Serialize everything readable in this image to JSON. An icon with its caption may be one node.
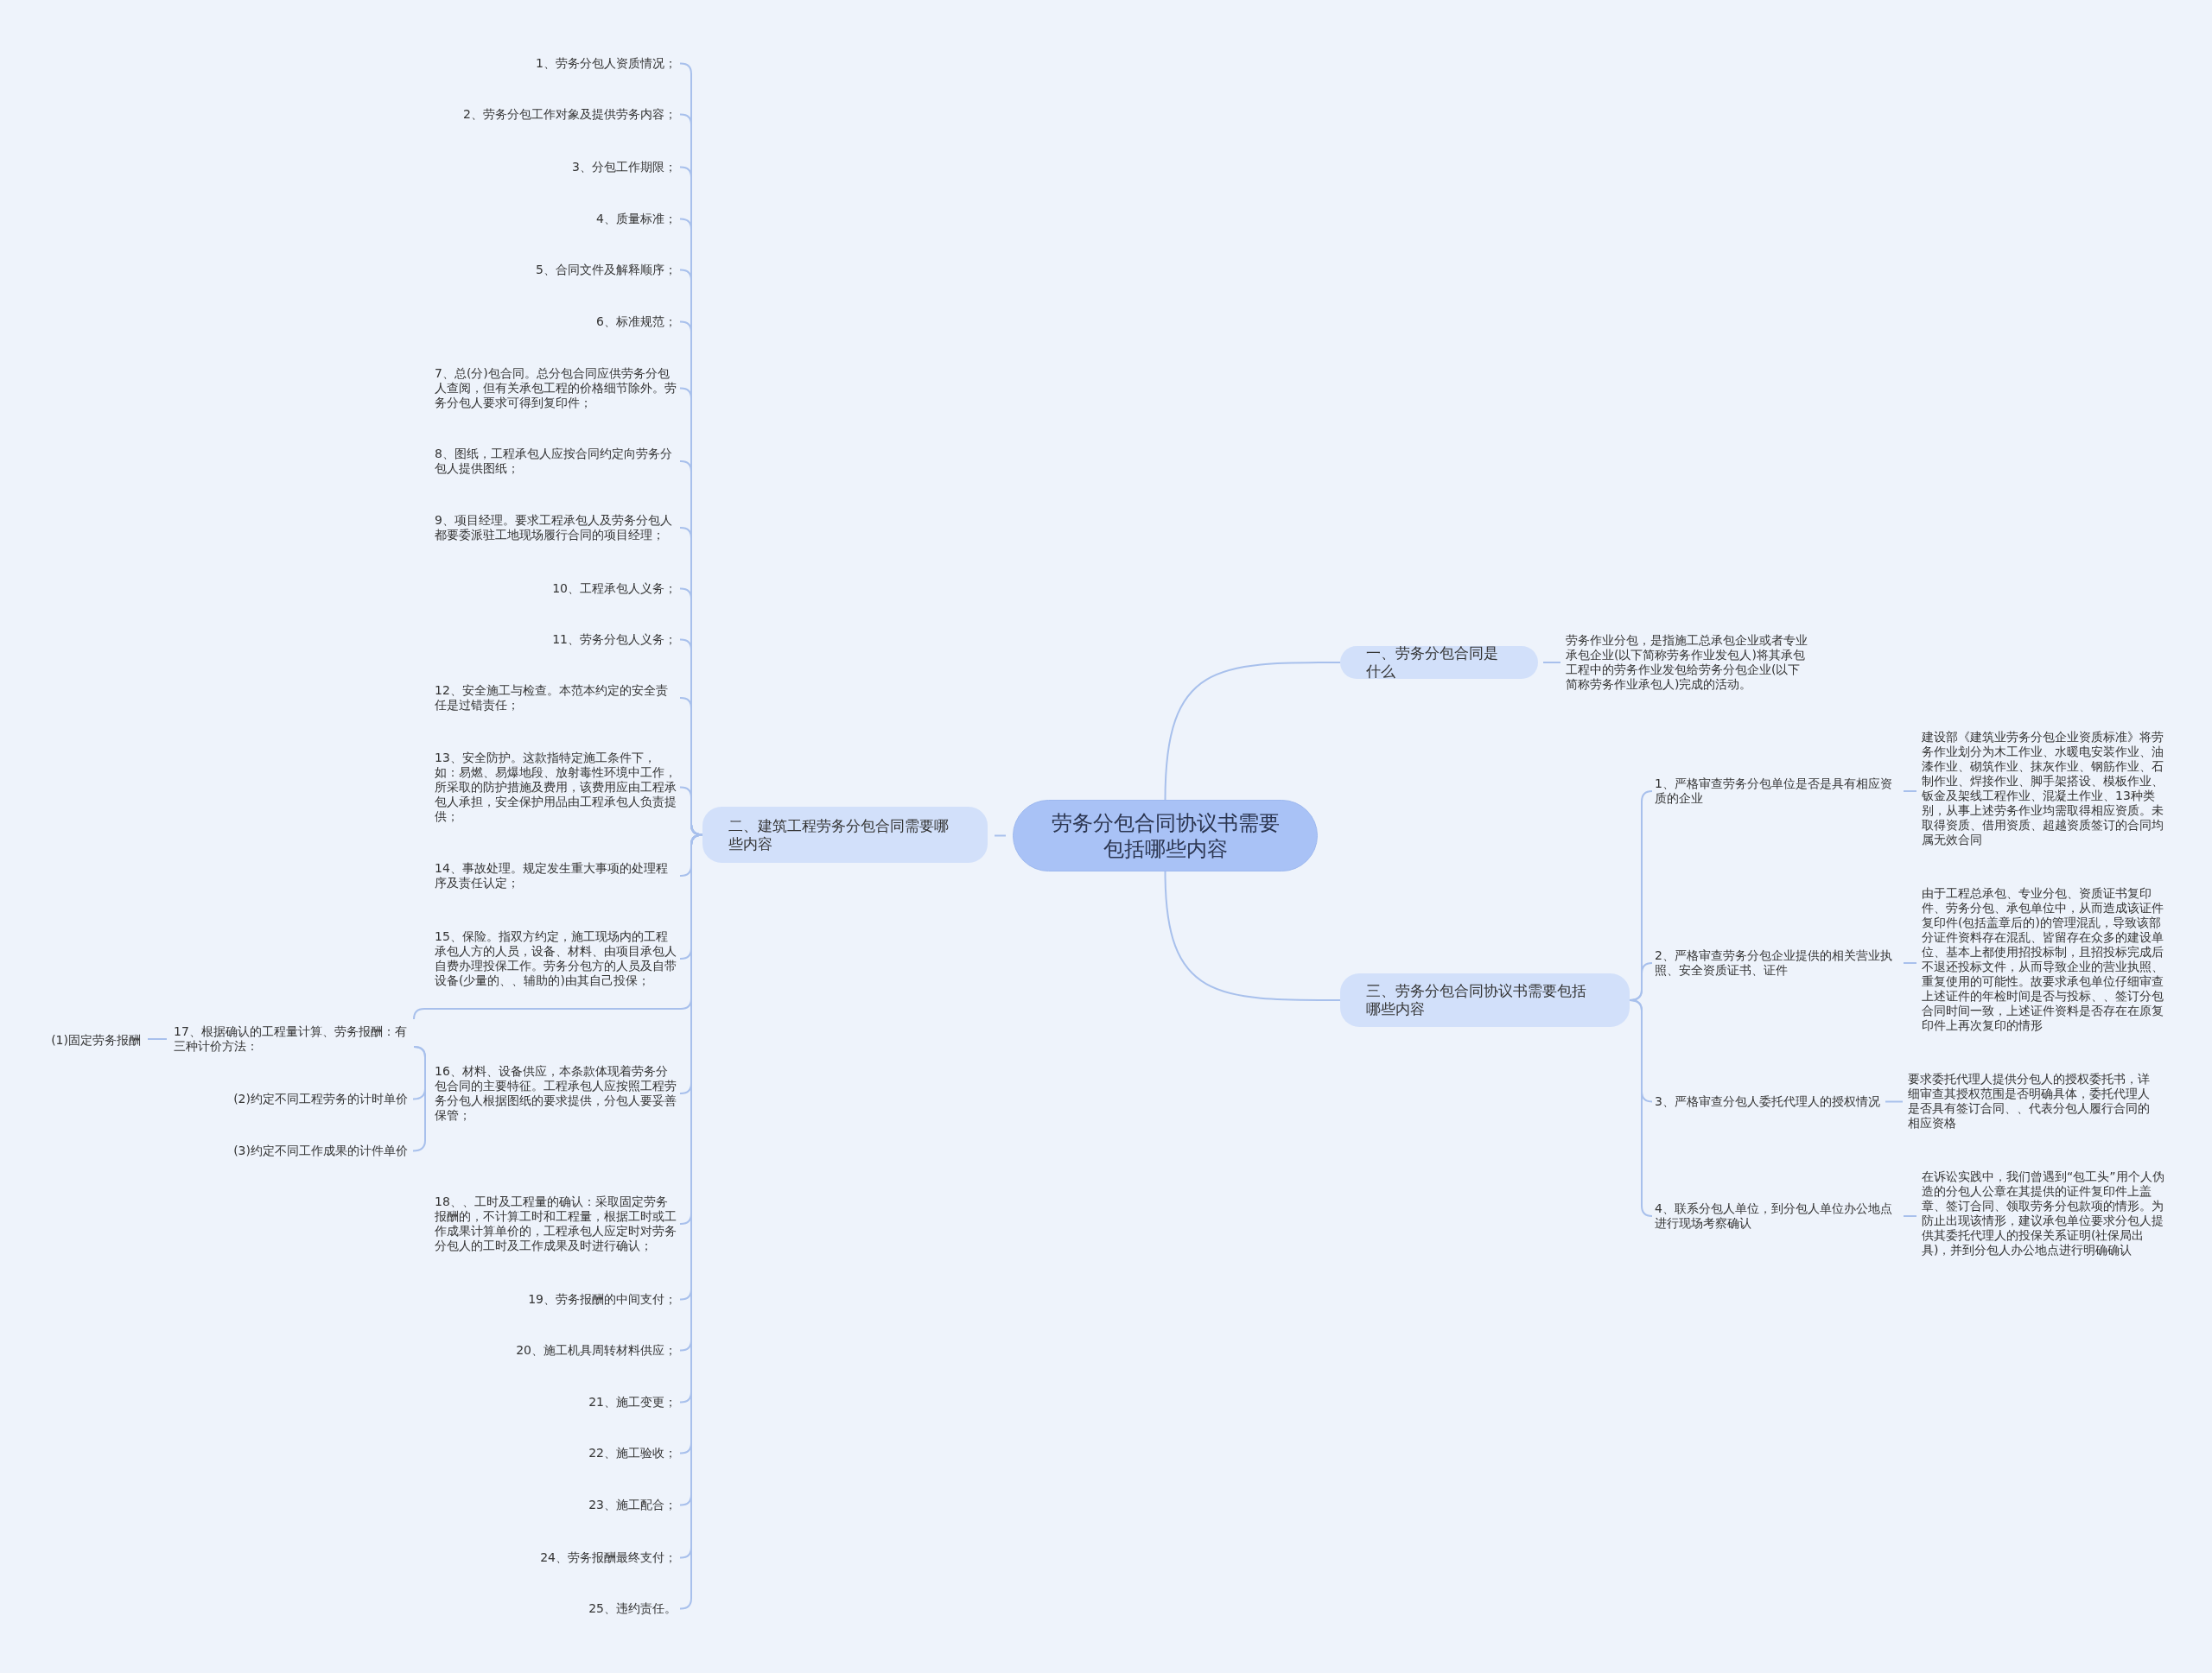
{
  "diagram": {
    "nodes": [
      {
        "text": [
          "劳务分包合同协议书需要包括哪些内容"
        ]
      },
      {
        "text": [
          "一、劳务分包合同是什么"
        ]
      },
      {
        "text": [
          "劳务作业分包，是指施工总承包企业或者专业承包企业(以下简称劳务作业发包人)将其承包工程中的劳务作业发包给劳务分包企业(以下简称劳务作业承包人)完成的活动。"
        ]
      },
      {
        "text": [
          "二、建筑工程劳务分包合同需要哪些内容"
        ]
      },
      {
        "text": [
          "1、劳务分包人资质情况；"
        ]
      },
      {
        "text": [
          "2、劳务分包工作对象及提供劳务内容；"
        ]
      },
      {
        "text": [
          "3、分包工作期限；"
        ]
      },
      {
        "text": [
          "4、质量标准；"
        ]
      },
      {
        "text": [
          "5、合同文件及解释顺序；"
        ]
      },
      {
        "text": [
          "6、标准规范；"
        ]
      },
      {
        "text": [
          "7、总(分)包合同。总分包合同应供劳务分包人查阅，但有关承包工程的价格细节除外。劳务分包人要求可得到复印件；"
        ]
      },
      {
        "text": [
          "8、图纸，工程承包人应按合同约定向劳务分包人提供图纸；"
        ]
      },
      {
        "text": [
          "9、项目经理。要求工程承包人及劳务分包人都要委派驻工地现场履行合同的项目经理；"
        ]
      },
      {
        "text": [
          "10、工程承包人义务；"
        ]
      },
      {
        "text": [
          "11、劳务分包人义务；"
        ]
      },
      {
        "text": [
          "12、安全施工与检查。本范本约定的安全责任是过错责任；"
        ]
      },
      {
        "text": [
          "13、安全防护。这款指特定施工条件下，如：易燃、易爆地段、放射毒性环境中工作，所采取的防护措施及费用，该费用应由工程承包人承担，安全保护用品由工程承包人负责提供；"
        ]
      },
      {
        "text": [
          "14、事故处理。规定发生重大事项的处理程序及责任认定；"
        ]
      },
      {
        "text": [
          "15、保险。指双方约定，施工现场内的工程承包人方的人员，设备、材料、由项目承包人自费办理投保工作。劳务分包方的人员及自带设备(少量的、、辅助的)由其自己投保；"
        ]
      },
      {
        "text": [
          "16、材料、设备供应，本条款体现着劳务分包合同的主要特征。工程承包人应按照工程劳务分包人根据图纸的要求提供，分包人要妥善保管；"
        ]
      },
      {
        "text": [
          "17、根据确认的工程量计算、劳务报酬：有三种计价方法："
        ]
      },
      {
        "text": [
          "(1)固定劳务报酬"
        ]
      },
      {
        "text": [
          "(2)约定不同工程劳务的计时单价"
        ]
      },
      {
        "text": [
          "(3)约定不同工作成果的计件单价"
        ]
      },
      {
        "text": [
          "18、、工时及工程量的确认：采取固定劳务报酬的，不计算工时和工程量，根据工时或工作成果计算单价的，工程承包人应定时对劳务分包人的工时及工作成果及时进行确认；"
        ]
      },
      {
        "text": [
          "19、劳务报酬的中间支付；"
        ]
      },
      {
        "text": [
          "20、施工机具周转材料供应；"
        ]
      },
      {
        "text": [
          "21、施工变更；"
        ]
      },
      {
        "text": [
          "22、施工验收；"
        ]
      },
      {
        "text": [
          "23、施工配合；"
        ]
      },
      {
        "text": [
          "24、劳务报酬最终支付；"
        ]
      },
      {
        "text": [
          "25、违约责任。"
        ]
      },
      {
        "text": [
          "三、劳务分包合同协议书需要包括哪些内容"
        ]
      },
      {
        "text": [
          "1、严格审查劳务分包单位是否是具有相应资质的企业"
        ]
      },
      {
        "text": [
          "建设部《建筑业劳务分包企业资质标准》将劳务作业划分为木工作业、水暖电安装作业、油漆作业、砌筑作业、抹灰作业、钢筋作业、石制作业、焊接作业、脚手架搭设、模板作业、钣金及架线工程作业、混凝土作业、13种类别，从事上述劳务作业均需取得相应资质。未取得资质、借用资质、超越资质签订的合同均属无效合同"
        ]
      },
      {
        "text": [
          "2、严格审查劳务分包企业提供的相关营业执照、安全资质证书、证件"
        ]
      },
      {
        "text": [
          "由于工程总承包、专业分包、资质证书复印件、劳务分包、承包单位中，从而造成该证件复印件(包括盖章后的)的管理混乱，导致该部分证件资料存在混乱、皆留存在众多的建设单位、基本上都使用招投标制，且招投标完成后不退还投标文件，从而导致企业的营业执照、重复使用的可能性。故要求承包单位仔细审查上述证件的年检时间是否与投标、、签订分包合同时间一致，上述证件资料是否存在在原复印件上再次复印的情形"
        ]
      },
      {
        "text": [
          "3、严格审查分包人委托代理人的授权情况"
        ]
      },
      {
        "text": [
          "要求委托代理人提供分包人的授权委托书，详细审查其授权范围是否明确具体，委托代理人是否具有签订合同、、代表分包人履行合同的相应资格"
        ]
      },
      {
        "text": [
          "4、联系分包人单位，到分包人单位办公地点进行现场考察确认"
        ]
      },
      {
        "text": [
          "在诉讼实践中，我们曾遇到“包工头”用个人伪造的分包人公章在其提供的证件复印件上盖章、签订合同、领取劳务分包款项的情形。为防止出现该情形，建议承包单位要求分包人提供其委托代理人的投保关系证明(社保局出具)，并到分包人办公地点进行明确确认"
        ]
      }
    ],
    "edges": [
      {
        "from": 0,
        "to": 1,
        "arrow": "none"
      },
      {
        "from": 1,
        "to": 2,
        "arrow": "none"
      },
      {
        "from": 0,
        "to": 3,
        "arrow": "none"
      },
      {
        "from": 3,
        "to": 4,
        "arrow": "none"
      },
      {
        "from": 3,
        "to": 5,
        "arrow": "none"
      },
      {
        "from": 3,
        "to": 6,
        "arrow": "none"
      },
      {
        "from": 3,
        "to": 7,
        "arrow": "none"
      },
      {
        "from": 3,
        "to": 8,
        "arrow": "none"
      },
      {
        "from": 3,
        "to": 9,
        "arrow": "none"
      },
      {
        "from": 3,
        "to": 10,
        "arrow": "none"
      },
      {
        "from": 3,
        "to": 11,
        "arrow": "none"
      },
      {
        "from": 3,
        "to": 12,
        "arrow": "none"
      },
      {
        "from": 3,
        "to": 13,
        "arrow": "none"
      },
      {
        "from": 3,
        "to": 14,
        "arrow": "none"
      },
      {
        "from": 3,
        "to": 15,
        "arrow": "none"
      },
      {
        "from": 3,
        "to": 16,
        "arrow": "none"
      },
      {
        "from": 3,
        "to": 17,
        "arrow": "none"
      },
      {
        "from": 3,
        "to": 18,
        "arrow": "none"
      },
      {
        "from": 3,
        "to": 19,
        "arrow": "none"
      },
      {
        "from": 3,
        "to": 20,
        "arrow": "none"
      },
      {
        "from": 20,
        "to": 21,
        "arrow": "none"
      },
      {
        "from": 20,
        "to": 22,
        "arrow": "none"
      },
      {
        "from": 20,
        "to": 23,
        "arrow": "none"
      },
      {
        "from": 3,
        "to": 24,
        "arrow": "none"
      },
      {
        "from": 3,
        "to": 25,
        "arrow": "none"
      },
      {
        "from": 3,
        "to": 26,
        "arrow": "none"
      },
      {
        "from": 3,
        "to": 27,
        "arrow": "none"
      },
      {
        "from": 3,
        "to": 28,
        "arrow": "none"
      },
      {
        "from": 3,
        "to": 29,
        "arrow": "none"
      },
      {
        "from": 3,
        "to": 30,
        "arrow": "none"
      },
      {
        "from": 3,
        "to": 31,
        "arrow": "none"
      },
      {
        "from": 0,
        "to": 32,
        "arrow": "none"
      },
      {
        "from": 32,
        "to": 33,
        "arrow": "none"
      },
      {
        "from": 33,
        "to": 34,
        "arrow": "none"
      },
      {
        "from": 32,
        "to": 35,
        "arrow": "none"
      },
      {
        "from": 35,
        "to": 36,
        "arrow": "none"
      },
      {
        "from": 32,
        "to": 37,
        "arrow": "none"
      },
      {
        "from": 37,
        "to": 38,
        "arrow": "none"
      },
      {
        "from": 32,
        "to": 39,
        "arrow": "none"
      },
      {
        "from": 39,
        "to": 40,
        "arrow": "none"
      }
    ]
  }
}
